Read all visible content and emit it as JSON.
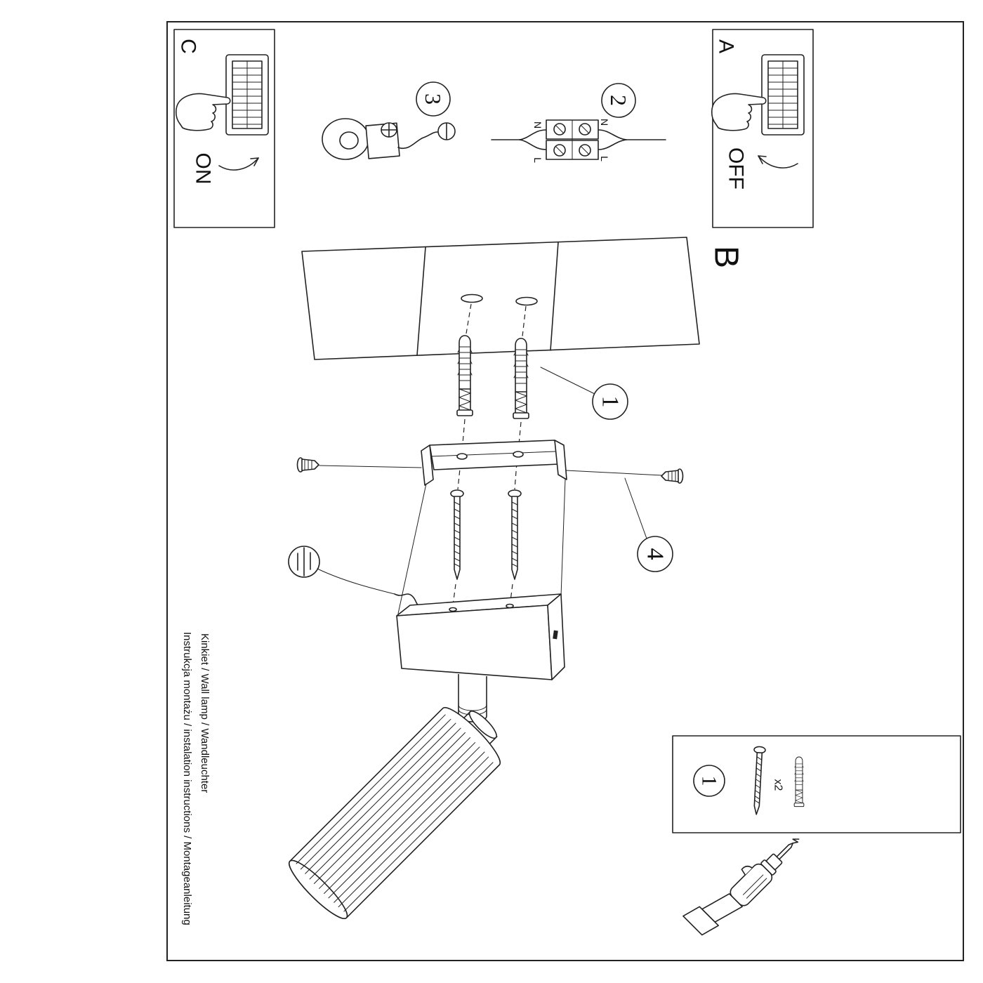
{
  "panels": {
    "c": {
      "letter": "C",
      "state": "ON"
    },
    "a": {
      "letter": "A",
      "state": "OFF"
    },
    "b": {
      "letter": "B"
    }
  },
  "steps": {
    "step1": "1",
    "step2": "2",
    "step3": "3",
    "step4": "4"
  },
  "wiring": {
    "neutral": "N",
    "live": "L"
  },
  "parts_box": {
    "quantity": "x2"
  },
  "footer": {
    "line1": "Instrukcja montażu / instalation instructions / Montageanleitung",
    "line2": "Kinkiet / Wall lamp / Wandleuchter"
  }
}
